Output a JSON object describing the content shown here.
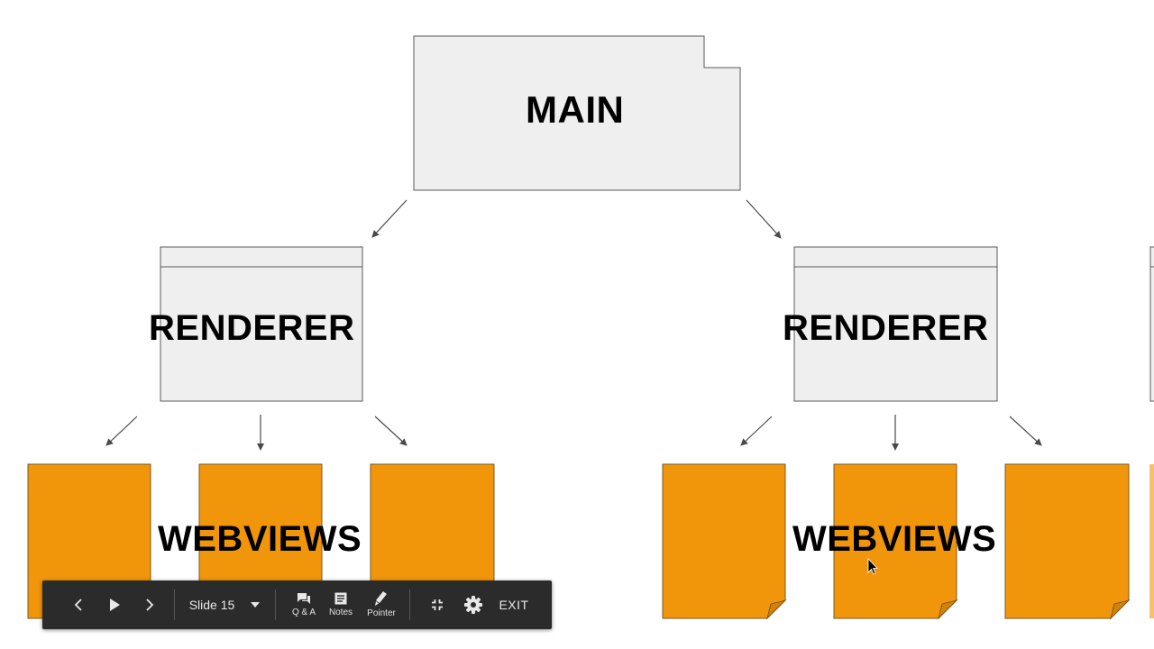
{
  "diagram": {
    "main_label": "MAIN",
    "renderer_left_label": "RENDERER",
    "renderer_right_label": "RENDERER",
    "webviews_left_label": "WEBVIEWS",
    "webviews_right_label": "WEBVIEWS",
    "colors": {
      "box_fill": "#efefef",
      "box_stroke": "#595959",
      "webview_fill": "#f1960a",
      "webview_stroke": "#7a5a20",
      "arrow": "#4a4a4a"
    }
  },
  "toolbar": {
    "prev_icon": "chevron-left-icon",
    "play_icon": "play-icon",
    "next_icon": "chevron-right-icon",
    "slide_label": "Slide 15",
    "slide_dropdown_icon": "caret-down-icon",
    "qa_label": "Q & A",
    "notes_label": "Notes",
    "pointer_label": "Pointer",
    "exit_fullscreen_icon": "exit-fullscreen-icon",
    "settings_icon": "gear-icon",
    "exit_label": "EXIT"
  }
}
